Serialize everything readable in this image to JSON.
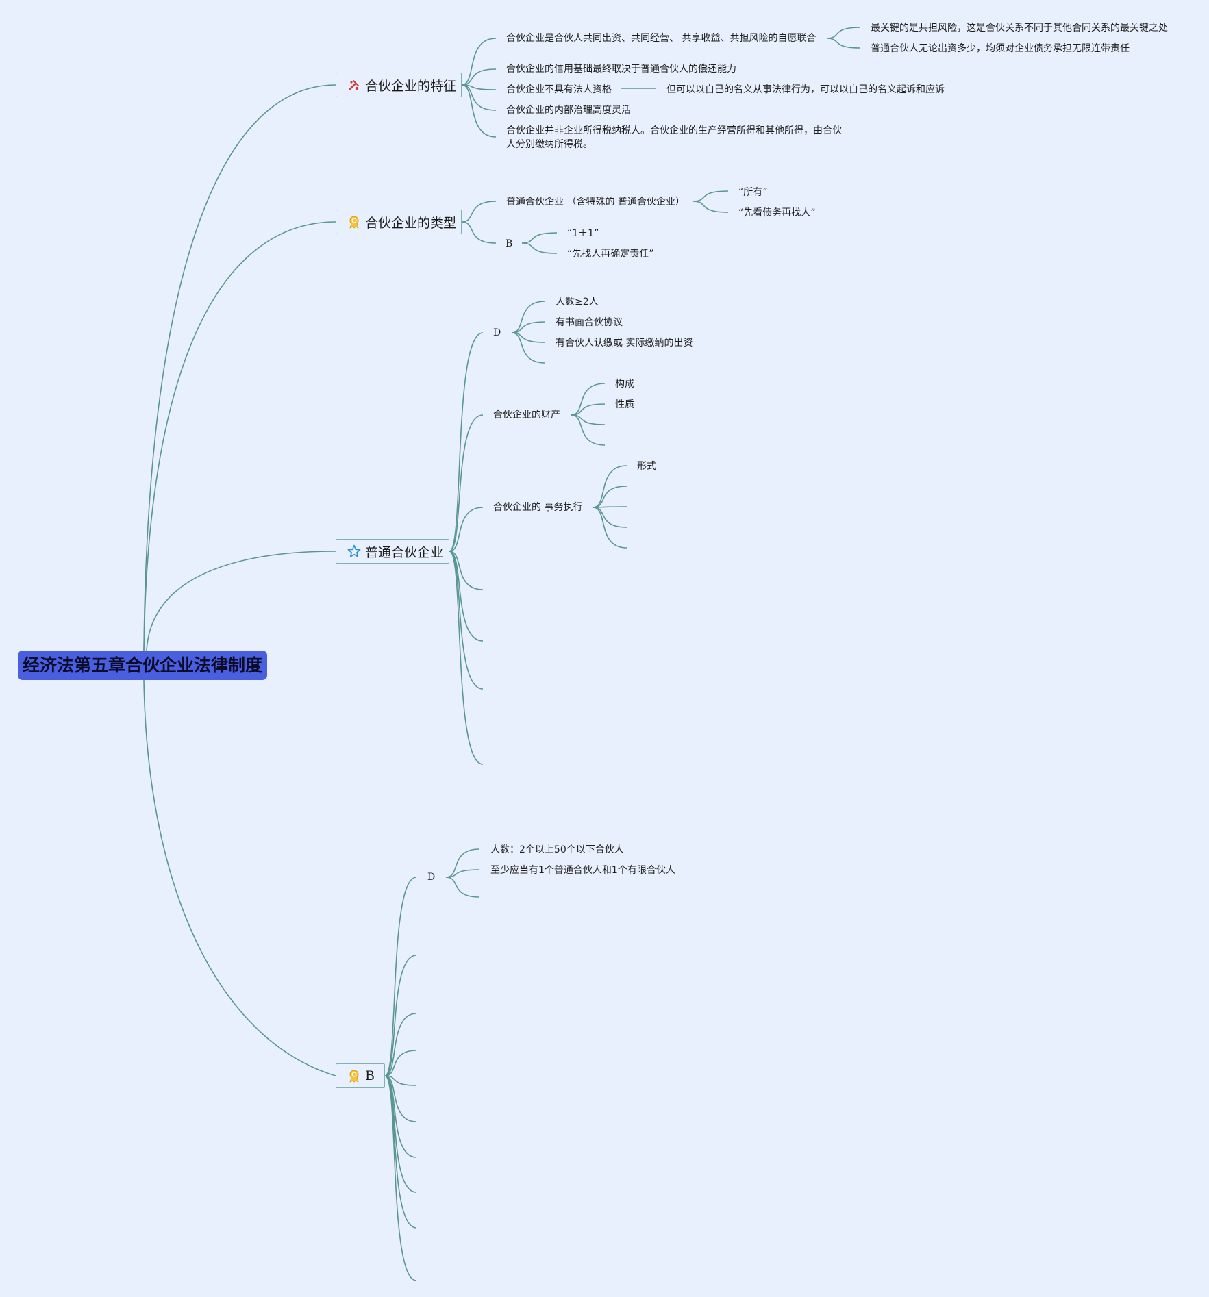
{
  "root": "经济法第五章合伙企业法律制度",
  "branches": [
    {
      "title": "合伙企业的特征",
      "icon": "tools-icon",
      "items": [
        "合伙企业是合伙人共同出资、共同经营、 共享收益、共担风险的自愿联合",
        "合伙企业的信用基础最终取决于普通合伙人的偿还能力",
        "合伙企业不具有法人资格",
        "合伙企业的内部治理高度灵活",
        "合伙企业并非企业所得税纳税人。合伙企业的生产经营所得和其他所得，由合伙人分别缴纳所得税。"
      ],
      "sub_items_0": [
        "最关键的是共担风险，这是合伙关系不同于其他合同关系的最关键之处",
        "普通合伙人无论出资多少，均须对企业债务承担无限连带责任"
      ],
      "sub_item_2": "但可以以自己的名义从事法律行为，可以以自己的名义起诉和应诉"
    },
    {
      "title": "合伙企业的类型",
      "icon": "award-icon",
      "items": [
        "普通合伙企业 （含特殊的 普通合伙企业）",
        "B"
      ],
      "sub_items_0": [
        "“所有”",
        "“先看债务再找人”"
      ],
      "sub_items_1": [
        "“1＋1”",
        "“先找人再确定责任”"
      ]
    },
    {
      "title": "普通合伙企业",
      "icon": "star-icon",
      "items": [
        "D",
        "合伙企业的财产",
        "合伙企业的 事务执行"
      ],
      "sub_items_0": [
        "人数≥2人",
        "有书面合伙协议",
        "有合伙人认缴或 实际缴纳的出资"
      ],
      "sub_items_1": [
        "构成",
        "性质"
      ],
      "sub_items_2": [
        "形式"
      ]
    },
    {
      "title": "B",
      "icon": "award-icon",
      "items": [
        "D"
      ],
      "sub_items_0": [
        "人数：2个以上50个以下合伙人",
        "至少应当有1个普通合伙人和1个有限合伙人"
      ]
    }
  ],
  "colors": {
    "background": "#e9f0fd",
    "root": "#4a5ee0",
    "connector": "#5a9690",
    "node_border": "#7fb3b3"
  }
}
